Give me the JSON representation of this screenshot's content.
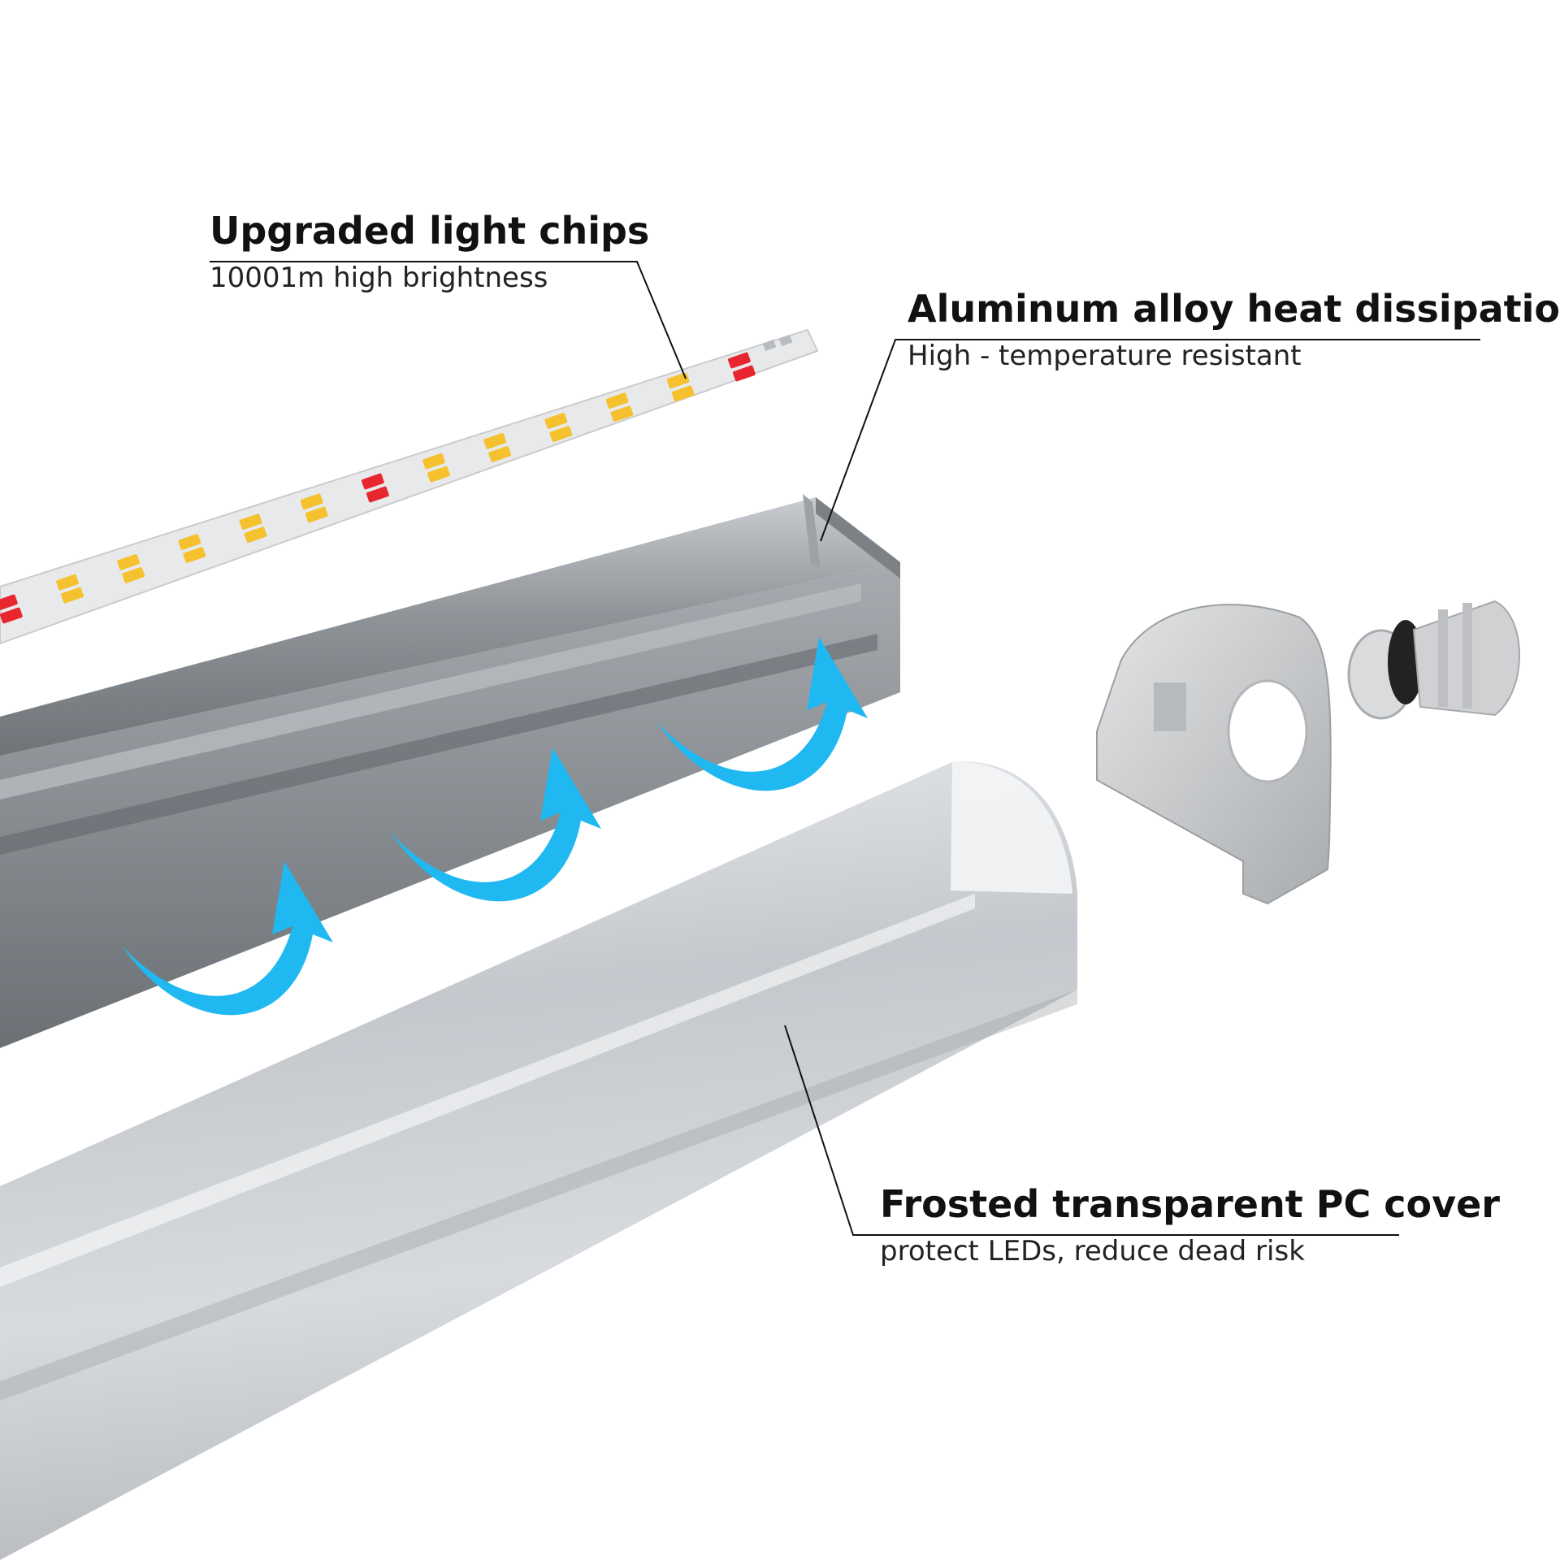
{
  "callouts": {
    "chips": {
      "title": "Upgraded light chips",
      "subtitle": "10001m high brightness"
    },
    "aluminum": {
      "title": "Aluminum alloy heat dissipation",
      "subtitle": "High - temperature resistant"
    },
    "cover": {
      "title": "Frosted transparent PC cover",
      "subtitle": "protect LEDs, reduce dead risk"
    }
  },
  "led_strip": {
    "chip_pattern": [
      "red",
      "yellow",
      "yellow",
      "yellow",
      "yellow",
      "yellow",
      "red",
      "yellow",
      "yellow",
      "yellow",
      "yellow",
      "yellow",
      "red"
    ]
  },
  "colors": {
    "arrow": "#1fb8f0",
    "chip_yellow": "#f6c12e",
    "chip_red": "#e8262f",
    "aluminum": "#8d9297",
    "pc_cover": "#d5d8dc",
    "end_cap": "#c7c9cb"
  },
  "icons": [
    "led-strip-icon",
    "aluminum-profile-icon",
    "pc-cover-icon",
    "end-cap-icon",
    "cable-gland-icon",
    "airflow-arrow-icon"
  ]
}
